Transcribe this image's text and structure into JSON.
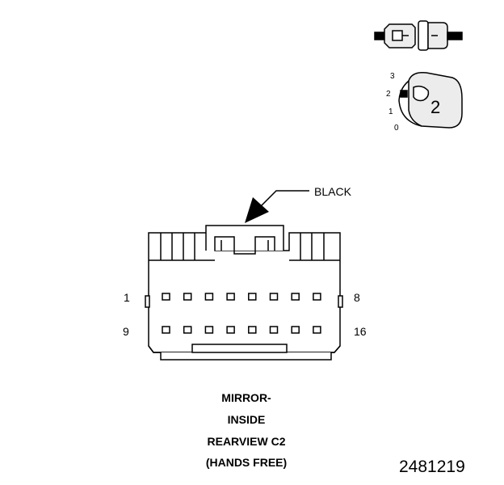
{
  "connector": {
    "color_callout": "BLACK",
    "pin_labels": {
      "top_left": "1",
      "top_right": "8",
      "bottom_left": "9",
      "bottom_right": "16"
    },
    "pin_rows": 2,
    "pins_per_row": 8
  },
  "inset": {
    "position_badge": "2",
    "position_scale": [
      "3",
      "2",
      "1",
      "0"
    ]
  },
  "caption": {
    "line1": "MIRROR-",
    "line2": "INSIDE",
    "line3": "REARVIEW C2",
    "line4": "(HANDS FREE)"
  },
  "figure_id": "2481219",
  "colors": {
    "ink": "#000000",
    "paper": "#ffffff",
    "inset_fill": "#ececec"
  }
}
